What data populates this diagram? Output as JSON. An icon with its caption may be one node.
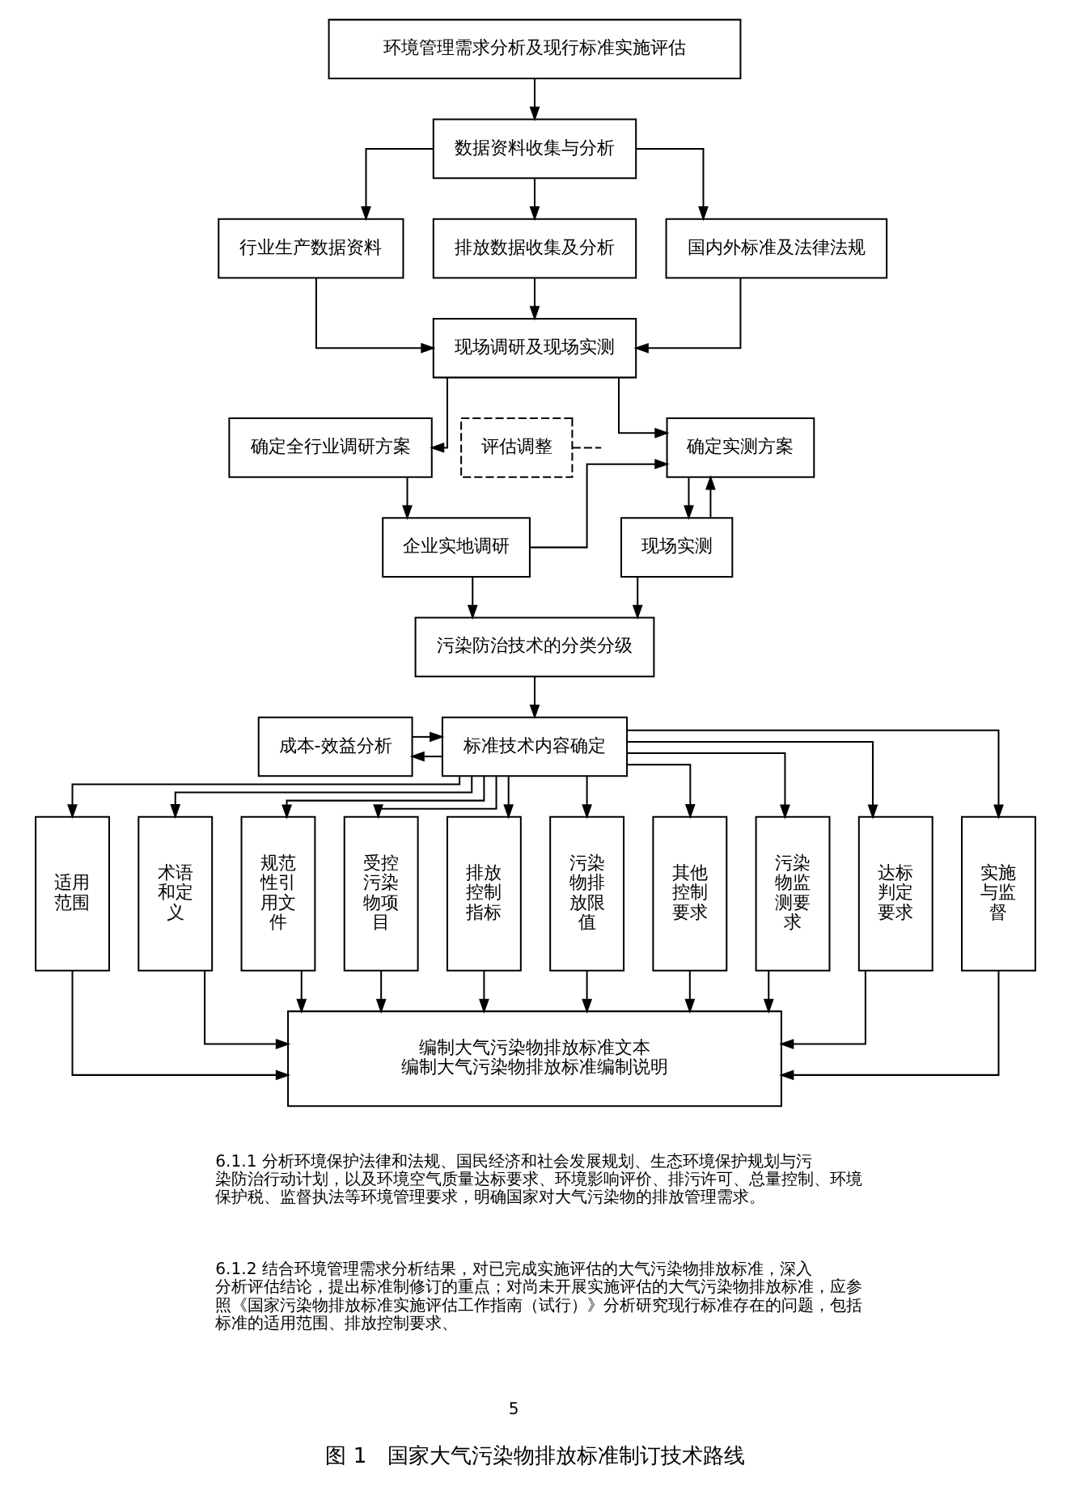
{
  "diagram": {
    "caption": "图 1　国家大气污染物排放标准制订技术路线",
    "nodes": [
      {
        "text": [
          "环境管理需求分析及现行标准实施评估"
        ]
      },
      {
        "text": [
          "数据资料收集与分析"
        ]
      },
      {
        "text": [
          "行业生产数据资料"
        ]
      },
      {
        "text": [
          "排放数据收集及分析"
        ]
      },
      {
        "text": [
          "国内外标准及法律法规"
        ]
      },
      {
        "text": [
          "现场调研及现场实测"
        ]
      },
      {
        "text": [
          "确定实测方案"
        ]
      },
      {
        "text": [
          "确定全行业调研方案"
        ]
      },
      {
        "text": [
          "评估调整"
        ]
      },
      {
        "text": [
          "现场实测"
        ]
      },
      {
        "text": [
          "企业实地调研"
        ]
      },
      {
        "text": [
          "污染防治技术的分类分级"
        ]
      },
      {
        "text": [
          "成本-效益分析"
        ]
      },
      {
        "text": [
          "标准技术内容确定"
        ]
      },
      {
        "text": [
          "适用范围"
        ]
      },
      {
        "text": [
          "术语和定义"
        ]
      },
      {
        "text": [
          "规范性引用文件"
        ]
      },
      {
        "text": [
          "受控污染物项目"
        ]
      },
      {
        "text": [
          "排放控制指标"
        ]
      },
      {
        "text": [
          "污染物排放限值"
        ]
      },
      {
        "text": [
          "其他控制要求"
        ]
      },
      {
        "text": [
          "污染物监测要求"
        ]
      },
      {
        "text": [
          "达标判定要求"
        ]
      },
      {
        "text": [
          "实施与监督"
        ]
      },
      {
        "text": [
          "编制大气污染物排放标准文本",
          "编制大气污染物排放标准编制说明"
        ]
      }
    ],
    "edges": [
      {
        "from": 0,
        "to": 1,
        "arrow": "to"
      },
      {
        "from": 1,
        "to": 2,
        "arrow": "to"
      },
      {
        "from": 1,
        "to": 3,
        "arrow": "to"
      },
      {
        "from": 1,
        "to": 4,
        "arrow": "to"
      },
      {
        "from": 2,
        "to": 5,
        "arrow": "to"
      },
      {
        "from": 3,
        "to": 5,
        "arrow": "to"
      },
      {
        "from": 4,
        "to": 5,
        "arrow": "to"
      },
      {
        "from": 5,
        "to": 6,
        "arrow": "to"
      },
      {
        "from": 5,
        "to": 7,
        "arrow": "to"
      },
      {
        "from": 6,
        "to": 9,
        "arrow": "to"
      },
      {
        "from": 9,
        "to": 6,
        "arrow": "to"
      },
      {
        "from": 8,
        "to": null,
        "arrow": "none",
        "style": "dashed"
      },
      {
        "from": 7,
        "to": 10,
        "arrow": "to"
      },
      {
        "from": 10,
        "to": 6,
        "arrow": "to"
      },
      {
        "from": 9,
        "to": 11,
        "arrow": "to"
      },
      {
        "from": 10,
        "to": 11,
        "arrow": "to"
      },
      {
        "from": 11,
        "to": 13,
        "arrow": "to"
      },
      {
        "from": 12,
        "to": 13,
        "arrow": "to"
      },
      {
        "from": 13,
        "to": 12,
        "arrow": "to"
      },
      {
        "from": 13,
        "to": 14,
        "arrow": "to"
      },
      {
        "from": 13,
        "to": 15,
        "arrow": "to"
      },
      {
        "from": 13,
        "to": 16,
        "arrow": "to"
      },
      {
        "from": 13,
        "to": 17,
        "arrow": "to"
      },
      {
        "from": 13,
        "to": 18,
        "arrow": "to"
      },
      {
        "from": 13,
        "to": 19,
        "arrow": "to"
      },
      {
        "from": 13,
        "to": 20,
        "arrow": "to"
      },
      {
        "from": 13,
        "to": 21,
        "arrow": "to"
      },
      {
        "from": 13,
        "to": 22,
        "arrow": "to"
      },
      {
        "from": 13,
        "to": 23,
        "arrow": "to"
      },
      {
        "from": 14,
        "to": 24,
        "arrow": "to"
      },
      {
        "from": 15,
        "to": 24,
        "arrow": "to"
      },
      {
        "from": 16,
        "to": 24,
        "arrow": "to"
      },
      {
        "from": 17,
        "to": 24,
        "arrow": "to"
      },
      {
        "from": 18,
        "to": 24,
        "arrow": "to"
      },
      {
        "from": 19,
        "to": 24,
        "arrow": "to"
      },
      {
        "from": 20,
        "to": 24,
        "arrow": "to"
      },
      {
        "from": 21,
        "to": 24,
        "arrow": "to"
      },
      {
        "from": 22,
        "to": 24,
        "arrow": "to"
      },
      {
        "from": 23,
        "to": 24,
        "arrow": "to"
      }
    ],
    "labels": [
      "6.1.1 分析环境保护法律和法规、国民经济和社会发展规划、生态环境保护规划与污染防治行动计划，以及环境空气质量达标要求、环境影响评价、排污许可、总量控制、环境保护税、监督执法等环境管理要求，明确国家对大气污染物的排放管理需求。",
      "6.1.2 结合环境管理需求分析结果，对已完成实施评估的大气污染物排放标准，深入分析评估结论，提出标准制修订的重点；对尚未开展实施评估的大气污染物排放标准，应参照《国家污染物排放标准实施评估工作指南（试行）》分析研究现行标准存在的问题，包括标准的适用范围、排放控制要求、",
      "5"
    ]
  }
}
